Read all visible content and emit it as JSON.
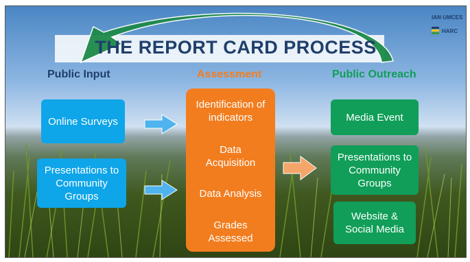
{
  "title": "THE REPORT CARD PROCESS",
  "logo": {
    "line1": "IAN·UMCES",
    "line2": "HARC"
  },
  "columns": {
    "public_input": {
      "header": "Public Input",
      "items": [
        "Online Surveys",
        "Presentations to Community Groups"
      ]
    },
    "assessment": {
      "header": "Assessment",
      "items": [
        "Identification of indicators",
        "Data Acquisition",
        "Data Analysis",
        "Grades Assessed"
      ]
    },
    "public_outreach": {
      "header": "Public Outreach",
      "items": [
        "Media Event",
        "Presentations to Community Groups",
        "Website & Social Media"
      ]
    }
  },
  "colors": {
    "public_input": "#0ea5e9",
    "assessment": "#f27d1f",
    "public_outreach": "#109e58",
    "title": "#1f3f6b"
  }
}
